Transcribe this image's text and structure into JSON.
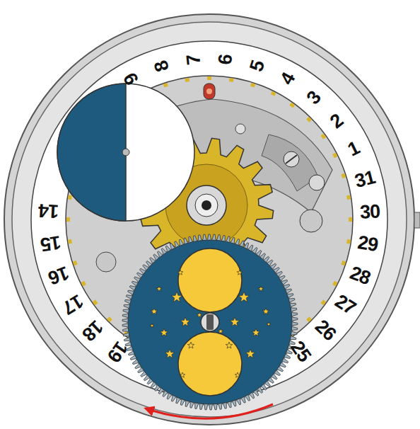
{
  "diagram": {
    "labels": [
      "1",
      "2",
      "3",
      "4",
      "5",
      "6",
      "7",
      "8",
      "9",
      "14",
      "15",
      "16",
      "17",
      "18",
      "19",
      "25",
      "26",
      "27",
      "28",
      "29",
      "30",
      "31"
    ]
  }
}
